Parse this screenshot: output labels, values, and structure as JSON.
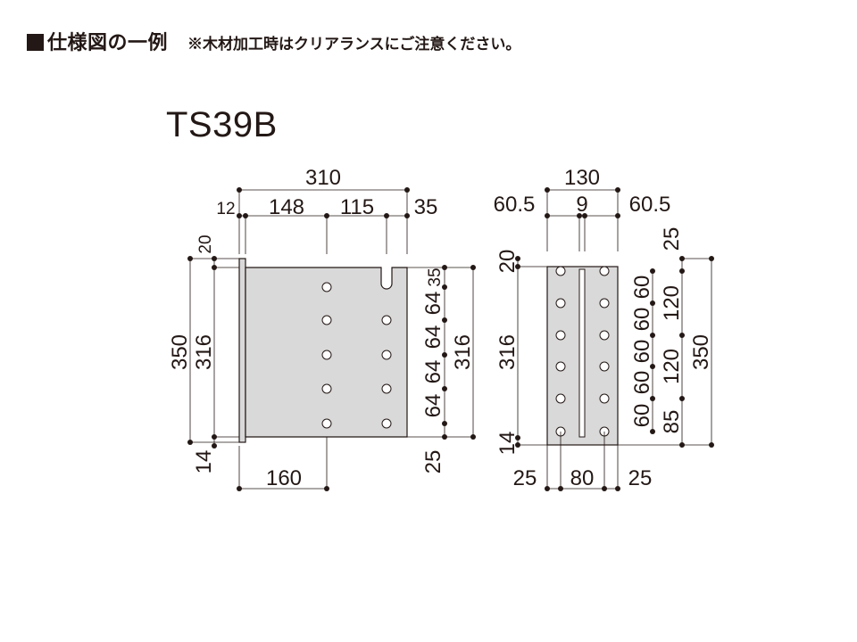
{
  "header": {
    "title": "仕様図の一例",
    "note": "※木材加工時はクリアランスにご注意ください。"
  },
  "model": "TS39B",
  "colors": {
    "plate": "#d9d9d9",
    "ink": "#231815"
  },
  "icons": {
    "heading_marker": "filled-square-icon"
  },
  "side_view": {
    "total_width": "310",
    "segments": [
      "12",
      "148",
      "115",
      "35"
    ],
    "left_total_height": "350",
    "left_plate_height": "316",
    "top_offset": "20",
    "bottom_offset": "14",
    "right_slot": "35",
    "right_spacings": [
      "64",
      "64",
      "64",
      "64"
    ],
    "right_plate_height": "316",
    "right_bottom": "25",
    "bottom_width": "160"
  },
  "front_view": {
    "total_width": "130",
    "top_segments": [
      "60.5",
      "9",
      "60.5"
    ],
    "left_top_offset": "20",
    "left_height": "316",
    "left_bottom_offset": "14",
    "right_top": "25",
    "right_spacings": [
      "60",
      "60",
      "60",
      "60",
      "60"
    ],
    "right_groups": [
      "120",
      "120"
    ],
    "right_bottom": "85",
    "right_total": "350",
    "bottom_segments": [
      "25",
      "80",
      "25"
    ]
  }
}
